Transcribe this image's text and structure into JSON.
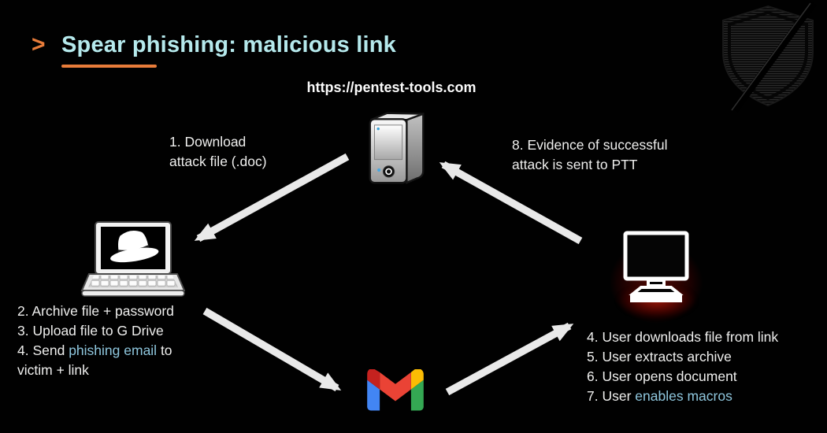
{
  "header": {
    "chevron": ">",
    "title": "Spear phishing: malicious link"
  },
  "server": {
    "label": "https://pentest-tools.com"
  },
  "steps": {
    "download": {
      "line1": "1. Download",
      "line2": "attack file (.doc)"
    },
    "evidence": {
      "line1": "8. Evidence of successful",
      "line2": "attack is sent to PTT"
    },
    "attacker": {
      "line1": "2. Archive file + password",
      "line2": "3. Upload file to G Drive",
      "line3_pre": "4. Send ",
      "line3_highlight": "phishing email",
      "line3_post": " to",
      "line4": "victim + link"
    },
    "victim": {
      "line1": "4. User downloads file from link",
      "line2": "5. User extracts archive",
      "line3": "6. User opens document",
      "line4_pre": "7. User ",
      "line4_highlight": "enables macros"
    }
  },
  "icons": [
    "server-tower-icon",
    "hacker-laptop-icon",
    "victim-monitor-icon",
    "gmail-icon",
    "pentest-tools-shield-logo"
  ],
  "colors": {
    "background": "#010101",
    "accent_orange": "#e87c3a",
    "title_cyan": "#b5e9ec",
    "text_white": "#efefee",
    "highlight_blue": "#8fc7de",
    "arrow_gray": "#e9e9e9",
    "glow_red": "#8b0a02",
    "gmail_blue": "#4285f4",
    "gmail_red": "#ea4335",
    "gmail_dark_red": "#c5221f",
    "gmail_yellow": "#fbbc04",
    "gmail_green": "#34a853"
  }
}
